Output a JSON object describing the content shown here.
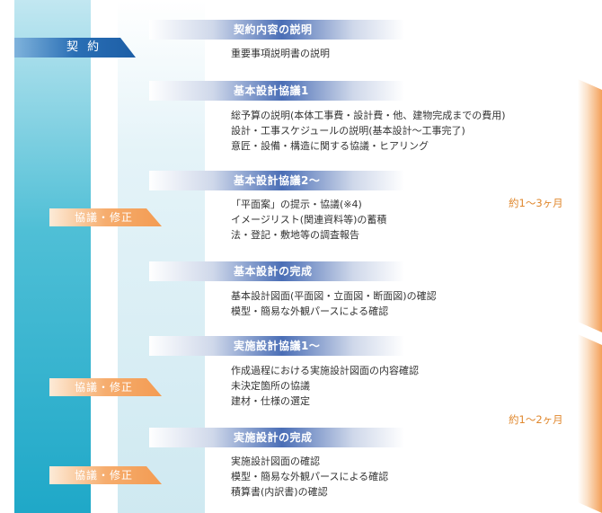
{
  "contract_label": "契 約",
  "badges": [
    "協議・修正",
    "協議・修正",
    "協議・修正"
  ],
  "stages": [
    {
      "title": "契約内容の説明",
      "lines": [
        "重要事項説明書の説明"
      ]
    },
    {
      "title": "基本設計協議1",
      "lines": [
        "総予算の説明(本体工事費・設計費・他、建物完成までの費用)",
        "設計・工事スケジュールの説明(基本設計～工事完了)",
        "意匠・設備・構造に関する協議・ヒアリング"
      ]
    },
    {
      "title": "基本設計協議2～",
      "lines": [
        "「平面案」の提示・協議(※4)",
        "イメージリスト(関連資料等)の蓄積",
        "法・登記・敷地等の調査報告"
      ]
    },
    {
      "title": "基本設計の完成",
      "lines": [
        "基本設計図面(平面図・立面図・断面図)の確認",
        "模型・簡易な外観パースによる確認"
      ]
    },
    {
      "title": "実施設計協議1～",
      "lines": [
        "作成過程における実施設計図面の内容確認",
        "未決定箇所の協議",
        "建材・仕様の選定"
      ]
    },
    {
      "title": "実施設計の完成",
      "lines": [
        "実施設計図面の確認",
        "模型・簡易な外観パースによる確認",
        "積算書(内訳書)の確認"
      ]
    }
  ],
  "durations": [
    "約1～3ヶ月",
    "約1～2ヶ月"
  ],
  "colors": {
    "stage_header": "#4a6eb6",
    "contract": "#1d5ea6",
    "badge": "#f39b52",
    "duration_text": "#e0882e",
    "left_column": "#1fa8c8"
  }
}
